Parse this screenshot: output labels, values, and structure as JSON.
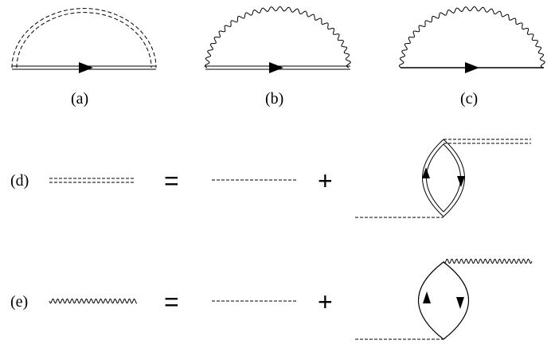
{
  "panels": {
    "a": {
      "label": "(a)"
    },
    "b": {
      "label": "(b)"
    },
    "c": {
      "label": "(c)"
    },
    "d": {
      "label": "(d)",
      "equals": "=",
      "plus": "+"
    },
    "e": {
      "label": "(e)",
      "equals": "=",
      "plus": "+"
    }
  }
}
